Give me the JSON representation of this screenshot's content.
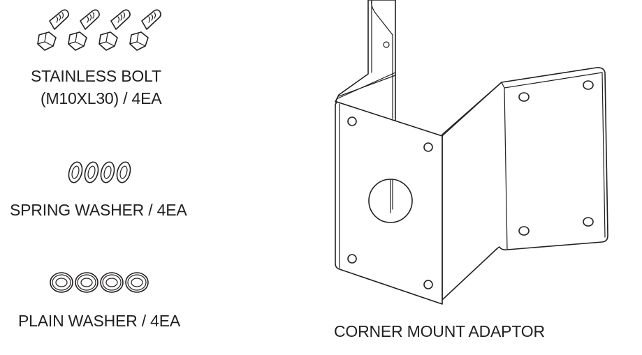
{
  "parts": {
    "bolt": {
      "line1": "STAINLESS BOLT",
      "line2": "(M10XL30) / 4EA",
      "count": 4
    },
    "spring_washer": {
      "label": "SPRING WASHER / 4EA",
      "count": 4
    },
    "plain_washer": {
      "label": "PLAIN WASHER / 4EA",
      "count": 4
    },
    "adaptor": {
      "label": "CORNER MOUNT ADAPTOR"
    }
  },
  "colors": {
    "line": "#231f20",
    "background": "#ffffff"
  }
}
